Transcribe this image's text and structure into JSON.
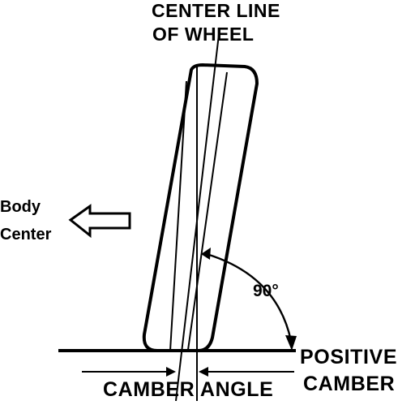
{
  "diagram": {
    "center_line_label": {
      "line1": "CENTER LINE",
      "line2": "OF WHEEL"
    },
    "body_center_label": {
      "line1": "Body",
      "line2": "Center"
    },
    "right_angle_label": "90°",
    "positive_camber_label": {
      "line1": "POSITIVE",
      "line2": "CAMBER"
    },
    "camber_angle_label": "CAMBER ANGLE",
    "colors": {
      "ink": "#000000",
      "background": "#ffffff"
    }
  }
}
